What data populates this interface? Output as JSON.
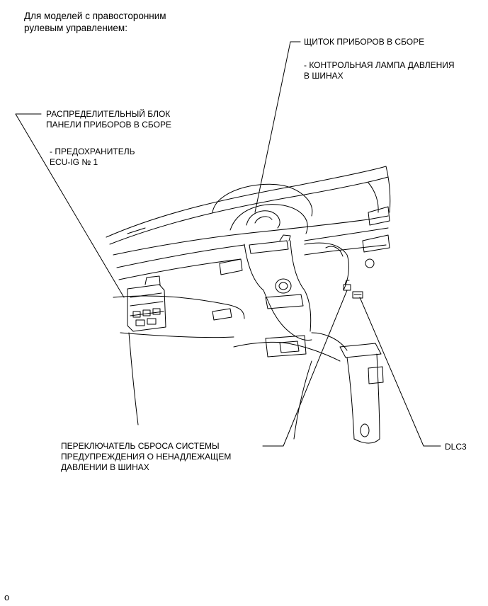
{
  "header": {
    "title": "Для моделей с правосторонним\nрулевым управлением:"
  },
  "callouts": {
    "instrument_cluster": {
      "name": "ЩИТОК ПРИБОРОВ В СБОРЕ",
      "detail": "- КОНТРОЛЬНАЯ ЛАМПА ДАВЛЕНИЯ\nВ ШИНАХ"
    },
    "junction_block": {
      "name": "РАСПРЕДЕЛИТЕЛЬНЫЙ БЛОК\nПАНЕЛИ ПРИБОРОВ В СБОРЕ",
      "detail": "- ПРЕДОХРАНИТЕЛЬ\nECU-IG № 1"
    },
    "reset_switch": {
      "name": "ПЕРЕКЛЮЧАТЕЛЬ СБРОСА СИСТЕМЫ\nПРЕДУПРЕЖДЕНИЯ О НЕНАДЛЕЖАЩЕМ\nДАВЛЕНИИ В ШИНАХ"
    },
    "dlc3": {
      "name": "DLC3"
    }
  },
  "footer": {
    "mark": "o"
  }
}
